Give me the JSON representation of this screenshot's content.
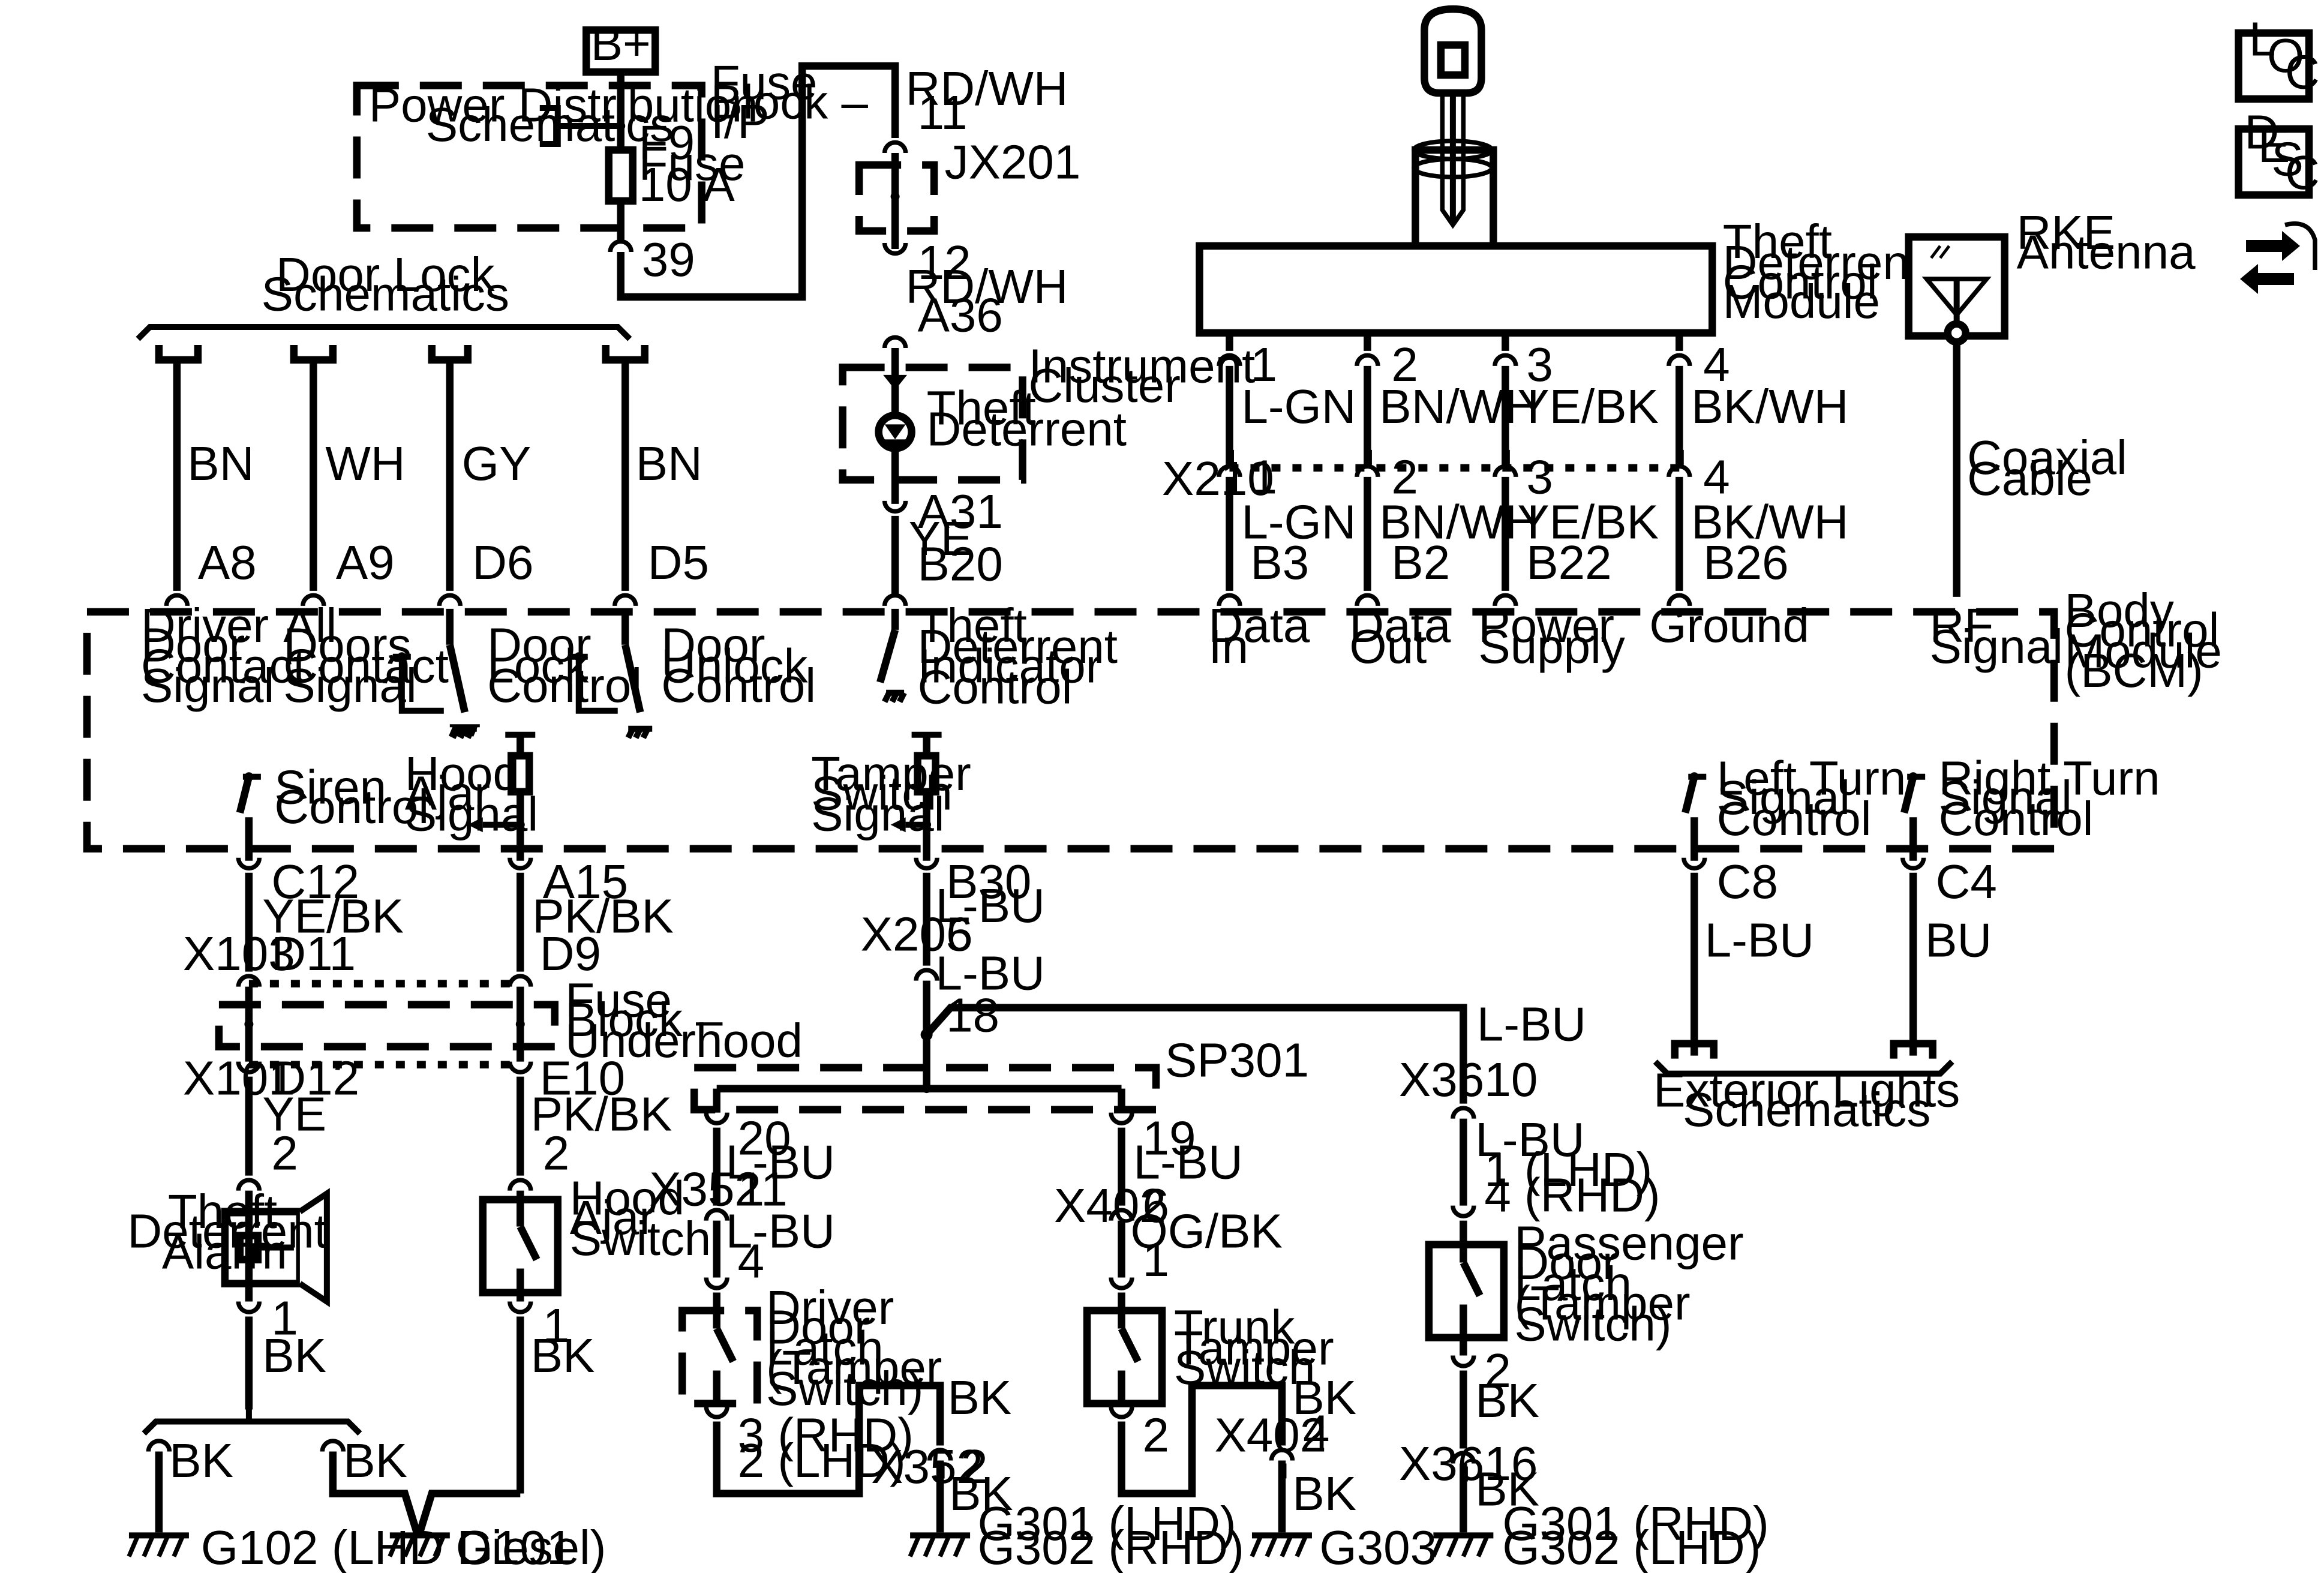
{
  "power": {
    "bplus": "B+",
    "pds_1": "Power Distribution",
    "pds_2": "Schematics",
    "fuse_block_1": "Fuse",
    "fuse_block_2": "Block –",
    "fuse_block_3": "I/P",
    "fuse_1": "F9",
    "fuse_2": "Fuse",
    "fuse_3": "10 A",
    "pin_39": "39"
  },
  "rdwh_top": {
    "wire": "RD/WH",
    "pin": "11"
  },
  "jx201": "JX201",
  "rdwh_bot": {
    "pin": "12",
    "wire": "RD/WH",
    "conn": "A36"
  },
  "cluster": {
    "l1": "Instrument",
    "l2": "Cluster",
    "t1": "Theft",
    "t2": "Deterrent"
  },
  "cluster_out": {
    "pin": "A31",
    "wire": "YE",
    "bcm_pin": "B20"
  },
  "door_lock": {
    "l1": "Door Lock",
    "l2": "Schematics"
  },
  "door_wires": [
    {
      "wire": "BN",
      "pin": "A8",
      "b1": "Driver",
      "b2": "Door",
      "b3": "Contact",
      "b4": "Signal"
    },
    {
      "wire": "WH",
      "pin": "A9",
      "b1": "All",
      "b2": "Doors",
      "b3": "Contact",
      "b4": "Signal"
    },
    {
      "wire": "GY",
      "pin": "D6",
      "b1": "Door",
      "b2": "Lock",
      "b3": "Control"
    },
    {
      "wire": "BN",
      "pin": "D5",
      "b1": "Door",
      "b2": "Unlock",
      "b3": "Control"
    }
  ],
  "tdi": {
    "l1": "Theft",
    "l2": "Deterrent",
    "l3": "Indicator",
    "l4": "Control"
  },
  "tdcm": {
    "l1": "Theft",
    "l2": "Deterrent",
    "l3": "Control",
    "l4": "Module"
  },
  "tdcm_pins": [
    {
      "pin": "1",
      "wire": "L-GN",
      "x210pin": "1",
      "wire2": "L-GN",
      "bcm": "B3",
      "f1": "Data",
      "f2": "In"
    },
    {
      "pin": "2",
      "wire": "BN/WH",
      "x210pin": "2",
      "wire2": "BN/WH",
      "bcm": "B2",
      "f1": "Data",
      "f2": "Out"
    },
    {
      "pin": "3",
      "wire": "YE/BK",
      "x210pin": "3",
      "wire2": "YE/BK",
      "bcm": "B22",
      "f1": "Power",
      "f2": "Supply"
    },
    {
      "pin": "4",
      "wire": "BK/WH",
      "x210pin": "4",
      "wire2": "BK/WH",
      "bcm": "B26",
      "f1": "Ground",
      "f2": ""
    }
  ],
  "x210": "X210",
  "rke": {
    "l1": "RKE",
    "l2": "Antenna",
    "c1": "Coaxial",
    "c2": "Cable",
    "f1": "RF",
    "f2": "Signal"
  },
  "bcm": {
    "l1": "Body",
    "l2": "Control",
    "l3": "Module",
    "l4": "(BCM)"
  },
  "side_icons": {
    "loc_l": "L",
    "loc_o": "O",
    "loc_c": "C",
    "desc_d": "D",
    "desc_e": "E",
    "desc_s": "S",
    "desc_c": "C"
  },
  "siren": {
    "l1": "Siren",
    "l2": "Control",
    "pin": "C12",
    "wire": "YE/BK"
  },
  "hood": {
    "l1": "Hood",
    "l2": "Ajar",
    "l3": "Signal",
    "pin": "A15",
    "wire": "PK/BK"
  },
  "tamper": {
    "l1": "Tamper",
    "l2": "Switch",
    "l3": "Signal",
    "pin": "B30",
    "wire": "L-BU"
  },
  "left_turn": {
    "l1": "Left Turn",
    "l2": "Signal",
    "l3": "Control",
    "pin": "C8",
    "wire": "L-BU"
  },
  "right_turn": {
    "l1": "Right Turn",
    "l2": "Signal",
    "l3": "Control",
    "pin": "C4",
    "wire": "BU"
  },
  "ext_lights": {
    "l1": "Exterior Lights",
    "l2": "Schematics"
  },
  "x103": {
    "conn": "X103",
    "pin": "D11",
    "pin2": "D9"
  },
  "fbu": {
    "l1": "Fuse",
    "l2": "Block –",
    "l3": "Underhood"
  },
  "x101": {
    "conn": "X101",
    "pin": "D12",
    "pin2": "E10"
  },
  "alarm": {
    "wire": "YE",
    "pin": "2",
    "l1": "Theft",
    "l2": "Deterrent",
    "l3": "Alarm",
    "pin_out": "1",
    "wire_out": "BK"
  },
  "hood_switch": {
    "wire": "PK/BK",
    "pin": "2",
    "l1": "Hood",
    "l2": "Ajar",
    "l3": "Switch",
    "pin_out": "1",
    "wire_out": "BK"
  },
  "grounds_left": {
    "bk1": "BK",
    "bk2": "BK",
    "g102": "G102 (LHD Diesel)",
    "g101": "G101"
  },
  "x205": {
    "conn": "X205",
    "pin": "6",
    "wire": "L-BU",
    "splice_pin": "18"
  },
  "sp301": "SP301",
  "driver_latch": {
    "pin20": "20",
    "wire": "L-BU",
    "conn": "X352",
    "pin11": "11",
    "wire2": "L-BU",
    "pin4": "4",
    "l1": "Driver",
    "l2": "Door",
    "l3": "Latch",
    "l4": "(Tamper",
    "l5": "Switch)",
    "out1": "3 (RHD)",
    "out2": "2 (LHD)",
    "conn2": "X352",
    "bk": "BK",
    "pin2": "2",
    "bk2": "BK",
    "g1": "G301 (LHD)",
    "g2": "G302 (RHD)"
  },
  "trunk": {
    "pin19": "19",
    "wire": "L-BU",
    "conn": "X402",
    "pin6": "6",
    "wire2": "OG/BK",
    "pin1": "1",
    "l1": "Trunk",
    "l2": "Tamper",
    "l3": "Switch",
    "pin_out": "2",
    "conn2": "X402",
    "bk": "BK",
    "pin4": "4",
    "bk2": "BK",
    "g": "G303"
  },
  "passenger": {
    "wire_top": "L-BU",
    "conn": "X361",
    "pin10": "10",
    "wire": "L-BU",
    "p1": "1 (LHD)",
    "p2": "4 (RHD)",
    "l1": "Passenger",
    "l2": "Door",
    "l3": "Latch",
    "l4": "(Tamper",
    "l5": "Switch)",
    "pin2": "2",
    "bk": "BK",
    "conn2": "X361",
    "pin16": "16",
    "bk2": "BK",
    "g1": "G301 (RHD)",
    "g2": "G302 (LHD)"
  }
}
